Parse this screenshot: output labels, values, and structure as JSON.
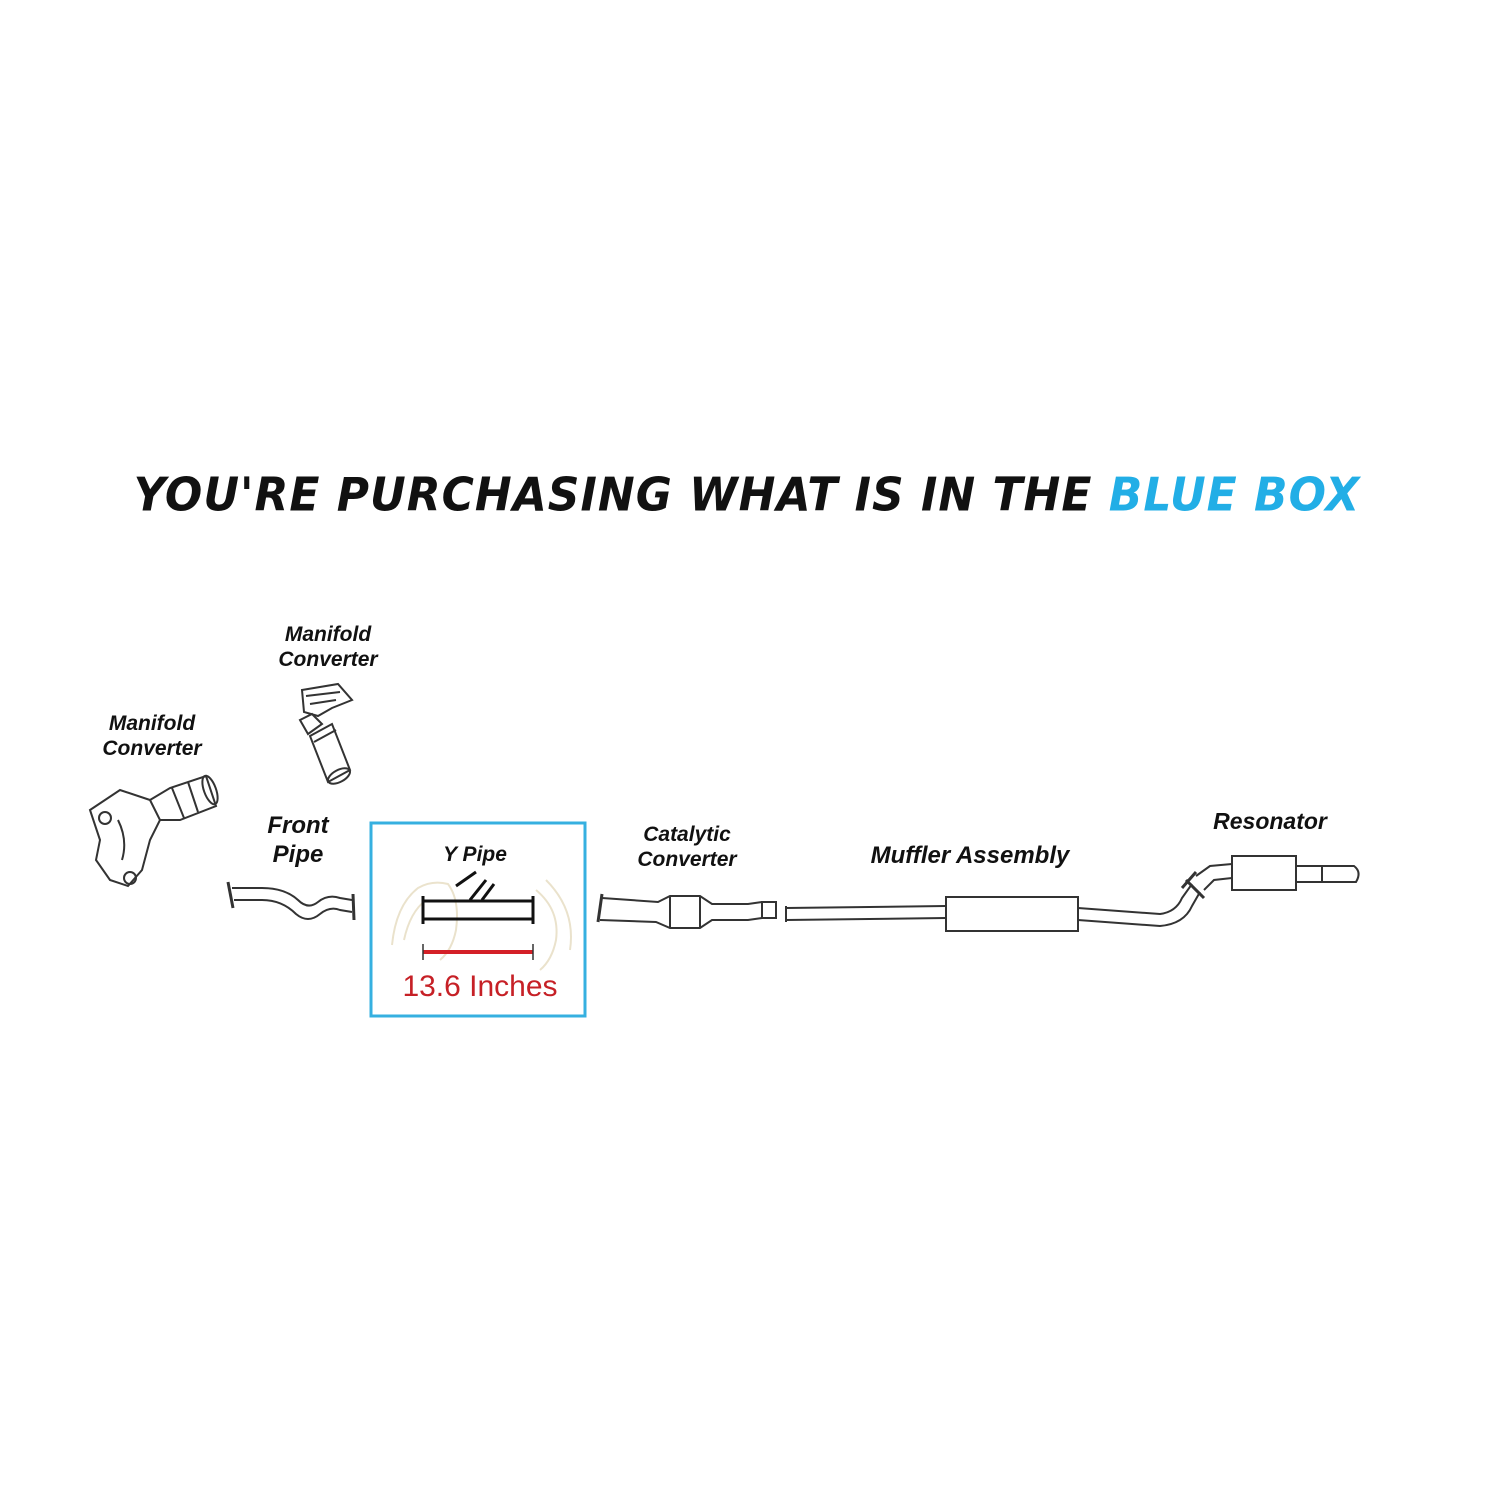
{
  "headline": {
    "prefix": "YOU'RE PURCHASING WHAT IS IN THE",
    "highlight": "BLUE BOX"
  },
  "components": {
    "manifold_converter_upper": {
      "line1": "Manifold",
      "line2": "Converter"
    },
    "manifold_converter_lower": {
      "line1": "Manifold",
      "line2": "Converter"
    },
    "front_pipe": {
      "line1": "Front",
      "line2": "Pipe"
    },
    "y_pipe": {
      "label": "Y Pipe",
      "measurement": "13.6 Inches"
    },
    "catalytic_converter": {
      "line1": "Catalytic",
      "line2": "Converter"
    },
    "muffler_assembly": {
      "label": "Muffler Assembly"
    },
    "resonator": {
      "label": "Resonator"
    }
  },
  "colors": {
    "highlight_box": "#36b0e0",
    "measure_line": "#d42027",
    "headline_accent": "#22aee6"
  }
}
